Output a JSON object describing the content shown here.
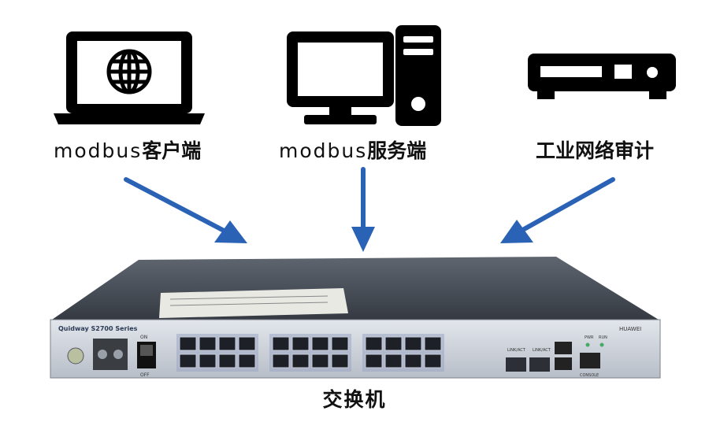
{
  "nodes": {
    "client": {
      "prefix": "modbus",
      "suffix": "客户端"
    },
    "server": {
      "prefix": "modbus",
      "suffix": "服务端"
    },
    "audit": {
      "label": "工业网络审计"
    },
    "switch": {
      "label": "交换机"
    }
  },
  "device": {
    "model": "Quidway S2700 Series",
    "brand": "HUAWEI",
    "port_labels": [
      "LINK/ACT",
      "LINK/ACT",
      "PWR",
      "RUN",
      "CONSOLE",
      "ON",
      "OFF"
    ]
  },
  "colors": {
    "arrow": "#2a62b5",
    "icon": "#000000"
  }
}
